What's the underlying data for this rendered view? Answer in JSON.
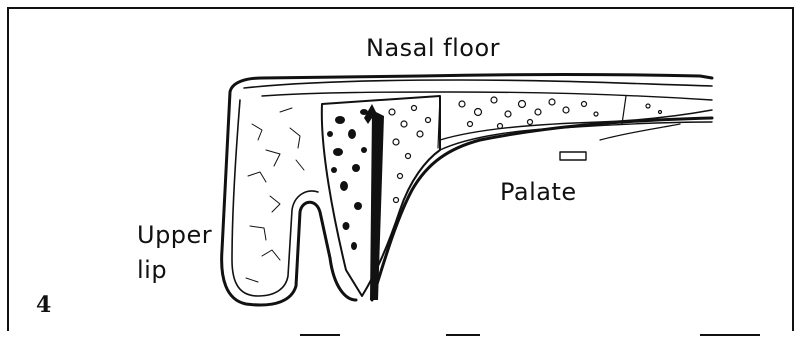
{
  "labels": {
    "nasal_floor": "Nasal floor",
    "palate": "Palate",
    "upper_lip_line1": "Upper",
    "upper_lip_line2": "lip"
  },
  "figure_number": "4",
  "colors": {
    "ink": "#111111",
    "paper": "#ffffff"
  }
}
